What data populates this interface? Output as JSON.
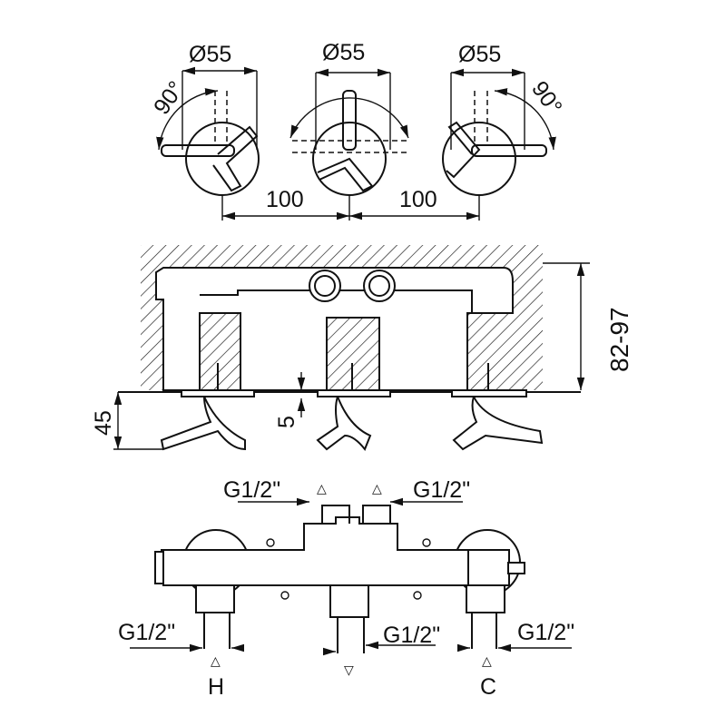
{
  "top_view": {
    "diameter_labels": [
      "Ø55",
      "Ø55",
      "Ø55"
    ],
    "rotation_labels": [
      "90°",
      "90°"
    ],
    "spacing_labels": [
      "100",
      "100"
    ]
  },
  "side_view": {
    "depth_label": "82-97",
    "projection_label": "45",
    "gap_label": "5"
  },
  "front_view": {
    "connection_labels": [
      "G1/2\"",
      "G1/2\"",
      "G1/2\"",
      "G1/2\"",
      "G1/2\""
    ],
    "flow_markers": [
      "△",
      "△",
      "△",
      "▽",
      "△"
    ],
    "hot_label": "H",
    "cold_label": "C"
  }
}
